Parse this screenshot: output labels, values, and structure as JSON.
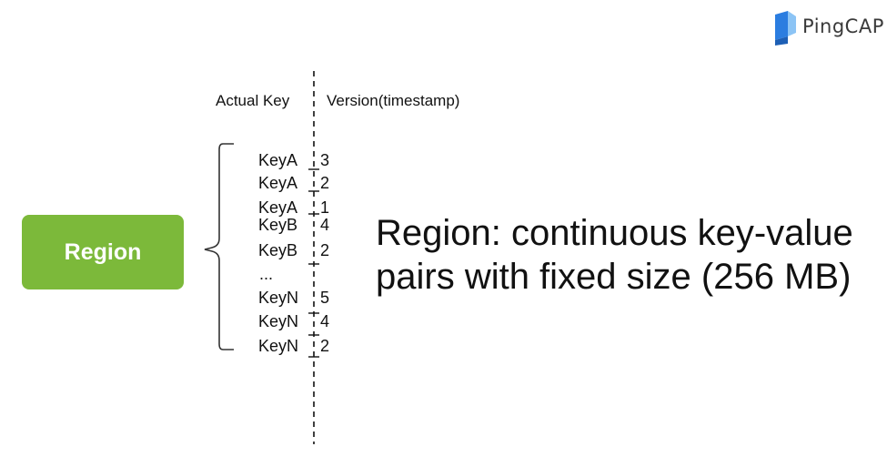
{
  "logo": {
    "text": "PingCAP",
    "icon": "pingcap-logo-icon"
  },
  "headers": {
    "actual_key": "Actual Key",
    "version": "Version(timestamp)"
  },
  "region_box": {
    "label": "Region",
    "color": "#7cb93a"
  },
  "rows": [
    {
      "key": "KeyA",
      "version": "3"
    },
    {
      "key": "KeyA",
      "version": "2"
    },
    {
      "key": "KeyA",
      "version": "1"
    },
    {
      "key": "KeyB",
      "version": "4"
    },
    {
      "key": "KeyB",
      "version": "2"
    },
    {
      "key": "KeyN",
      "version": "5"
    },
    {
      "key": "KeyN",
      "version": "4"
    },
    {
      "key": "KeyN",
      "version": "2"
    }
  ],
  "ellipsis": "...",
  "description": "Region: continuous key-value pairs with fixed size (256 MB)"
}
